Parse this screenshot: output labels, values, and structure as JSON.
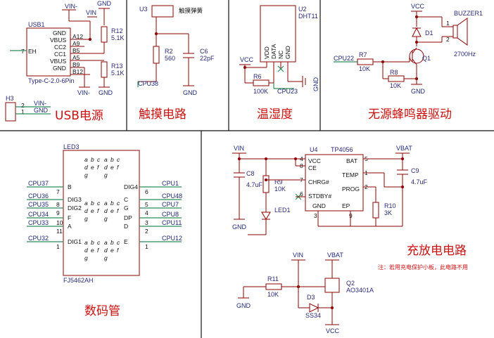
{
  "section_titles": {
    "usb": "USB电源",
    "touch": "触摸电路",
    "temp": "温湿度",
    "buzzer": "无源蜂鸣器驱动",
    "display": "数码管",
    "charge": "充放电电路"
  },
  "charge_note": "注：若用充电保护小板，此电路不用",
  "usb": {
    "ref": "USB1",
    "part": "Type-C-2.0-6Pin",
    "pins": [
      "GND",
      "VBUS",
      "CC2",
      "CC1",
      "VBUS",
      "GND"
    ],
    "pin_nums": [
      "A12",
      "A9",
      "B5",
      "A5",
      "B9",
      "B12"
    ],
    "eh": "EH",
    "eh_num": "7",
    "r12": "R12",
    "r12v": "5.1K",
    "r13": "R13",
    "r13v": "5.1K",
    "vin": "VIN-",
    "vin2": "VIN",
    "gnd": "GND",
    "h": "H3",
    "h_pins": [
      "2",
      "1"
    ],
    "h_nets": [
      "VIN-",
      "GND"
    ]
  },
  "touch": {
    "u3": "U3",
    "u3_label": "触摸弹簧",
    "r2": "R2",
    "r2v": "560",
    "c6": "C6",
    "c6v": "22pF",
    "net": "CPU38",
    "gnd": "GND"
  },
  "temp": {
    "u2": "U2",
    "u2_part": "DHT11",
    "pins": [
      "VDD",
      "DATA",
      "NC",
      "GND"
    ],
    "vcc": "VCC",
    "r6": "R6",
    "r6v": "100K",
    "net": "CPU23",
    "gnd": "GND"
  },
  "buzzer": {
    "vcc": "VCC",
    "buzzer": "BUZZER1",
    "freq": "2700Hz",
    "d1": "D1",
    "q1": "Q1",
    "r7": "R7",
    "r7v": "10K",
    "r8": "R8",
    "r8v": "10K",
    "net": "CPU22",
    "gnd": "GND",
    "pins": [
      "1",
      "2"
    ]
  },
  "display": {
    "ref": "LED3",
    "part": "FJ5462AH",
    "left_nets": [
      "CPU37",
      "CPU36",
      "CPU35",
      "CPU34",
      "CPU33",
      "CPU32"
    ],
    "left_pins": [
      "B",
      "DIG3",
      "DIG2",
      "F",
      "A",
      "DIG1"
    ],
    "left_nums": [
      "7",
      "8",
      "9",
      "10",
      "11",
      "1"
    ],
    "right_nets": [
      "CPU1",
      "CPU48",
      "CPU7",
      "CPU8",
      "CPU11",
      "CPU12"
    ],
    "right_pins": [
      "DIG4",
      "C",
      "G",
      "DP",
      "D",
      "E"
    ],
    "right_nums": [
      "6",
      "5",
      "4",
      "3",
      "2",
      "1"
    ],
    "seg_labels": [
      "a",
      "b",
      "c",
      "d",
      "e",
      "f",
      "g"
    ]
  },
  "charge": {
    "u4": "U4",
    "part": "TP4056",
    "left_pins": [
      "VCC",
      "CE",
      "CHRG#",
      "STDBY#",
      "GND"
    ],
    "left_nums": [
      "4",
      "8",
      "7",
      "6",
      "3"
    ],
    "right_pins": [
      "BAT",
      "TEMP",
      "PROG",
      "EP"
    ],
    "right_nums": [
      "5",
      "1",
      "2",
      "9"
    ],
    "vin": "VIN",
    "vbat": "VBAT",
    "c8": "C8",
    "c8v": "4.7uF",
    "r9": "R9",
    "r9v": "10K",
    "led1": "LED1",
    "r10": "R10",
    "r10v": "3K",
    "c9": "C9",
    "c9v": "4.7uF",
    "gnd": "GND",
    "r11": "R11",
    "r11v": "10K",
    "q2": "Q2",
    "q2v": "AO3401A",
    "d3": "D3",
    "d3v": "SS34",
    "vcc": "VCC"
  }
}
